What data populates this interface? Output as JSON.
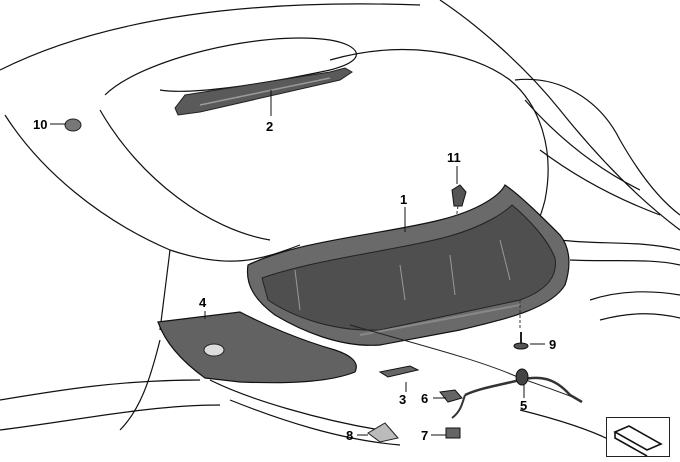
{
  "diagram": {
    "callouts": [
      {
        "id": "part-1",
        "label": "1"
      },
      {
        "id": "part-2",
        "label": "2"
      },
      {
        "id": "part-3",
        "label": "3"
      },
      {
        "id": "part-4",
        "label": "4"
      },
      {
        "id": "part-5",
        "label": "5"
      },
      {
        "id": "part-6",
        "label": "6"
      },
      {
        "id": "part-7",
        "label": "7"
      },
      {
        "id": "part-8",
        "label": "8"
      },
      {
        "id": "part-9",
        "label": "9"
      },
      {
        "id": "part-10",
        "label": "10"
      },
      {
        "id": "part-11",
        "label": "11"
      }
    ],
    "icons": [
      "vehicle-outline-icon",
      "third-brake-light-icon",
      "trunk-lid-trim-panel-icon",
      "side-trim-panel-icon",
      "wiring-harness-icon",
      "nav-arrow-icon"
    ]
  }
}
